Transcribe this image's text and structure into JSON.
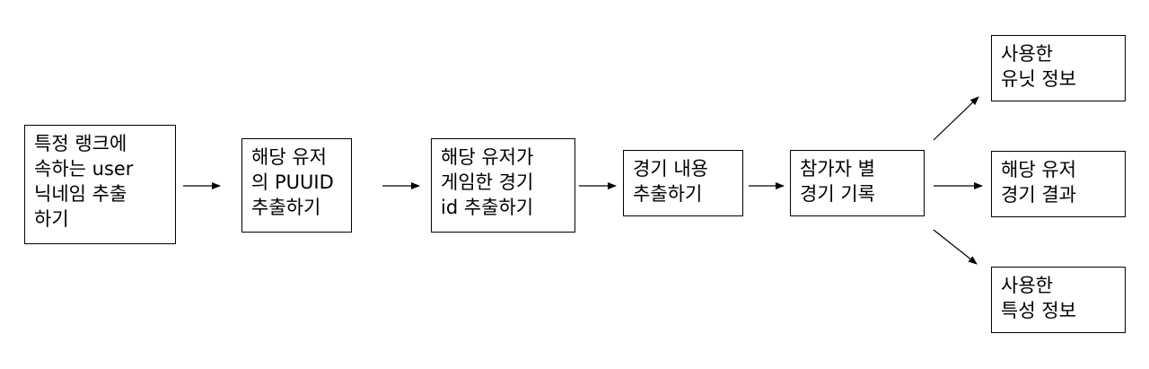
{
  "diagram": {
    "nodes": [
      {
        "id": "b1",
        "label": "특정 랭크에\n속하는 user\n닉네임 추출\n하기"
      },
      {
        "id": "b2",
        "label": "해당 유저\n의 PUUID\n추출하기"
      },
      {
        "id": "b3",
        "label": "해당 유저가\n게임한 경기\nid 추출하기"
      },
      {
        "id": "b4",
        "label": "경기 내용\n추출하기"
      },
      {
        "id": "b5",
        "label": "참가자 별\n경기 기록"
      },
      {
        "id": "b6",
        "label": "사용한\n유닛 정보"
      },
      {
        "id": "b7",
        "label": "해당 유저\n경기 결과"
      },
      {
        "id": "b8",
        "label": "사용한\n특성 정보"
      }
    ],
    "edges": [
      {
        "from": "b1",
        "to": "b2"
      },
      {
        "from": "b2",
        "to": "b3"
      },
      {
        "from": "b3",
        "to": "b4"
      },
      {
        "from": "b4",
        "to": "b5"
      },
      {
        "from": "b5",
        "to": "b6"
      },
      {
        "from": "b5",
        "to": "b7"
      },
      {
        "from": "b5",
        "to": "b8"
      }
    ],
    "colors": {
      "stroke": "#000000",
      "background": "#ffffff"
    }
  }
}
